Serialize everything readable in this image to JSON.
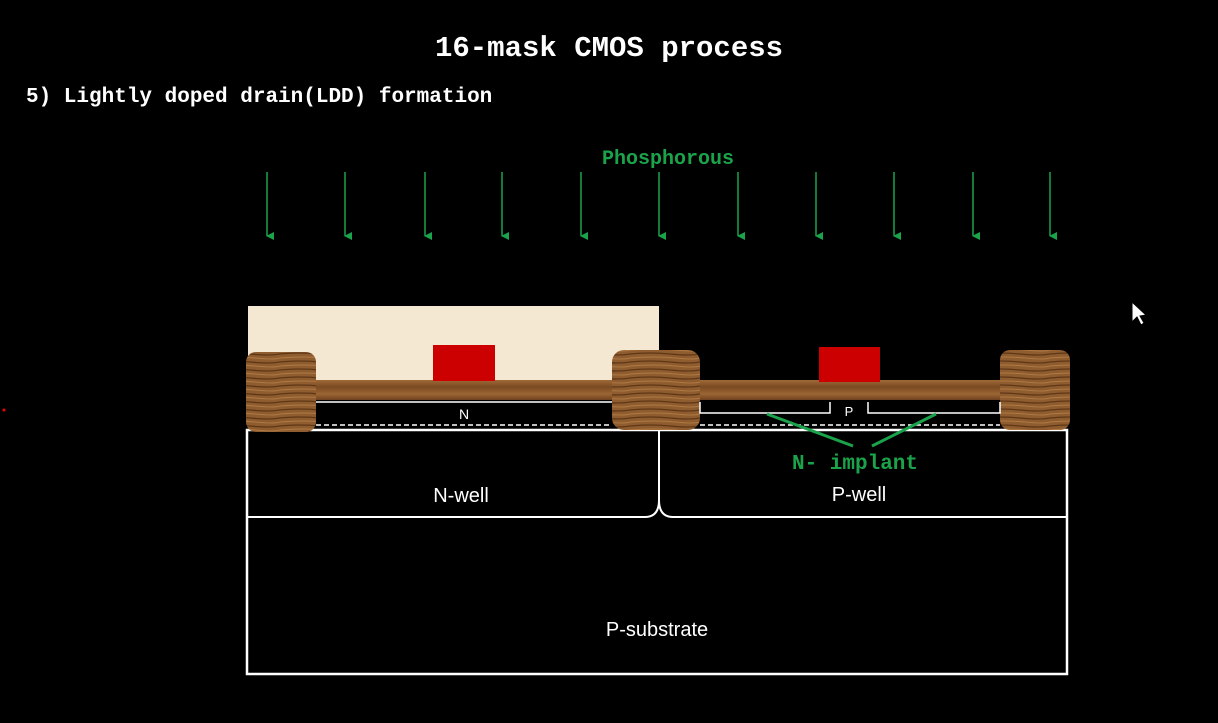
{
  "slide": {
    "title": "16-mask CMOS process",
    "step": "5) Lightly doped drain(LDD) formation"
  },
  "diagram": {
    "dopant_label": "Phosphorous",
    "n_region_label": "N",
    "p_region_label": "P",
    "implant_label": "N- implant",
    "nwell_label": "N-well",
    "pwell_label": "P-well",
    "substrate_label": "P-substrate"
  },
  "colors": {
    "background": "#000000",
    "dopant": "#1aa34a",
    "gate": "#cc0000",
    "photoresist": "#f4e8d2",
    "oxide": "#8a5a2e",
    "outline": "#ffffff"
  }
}
